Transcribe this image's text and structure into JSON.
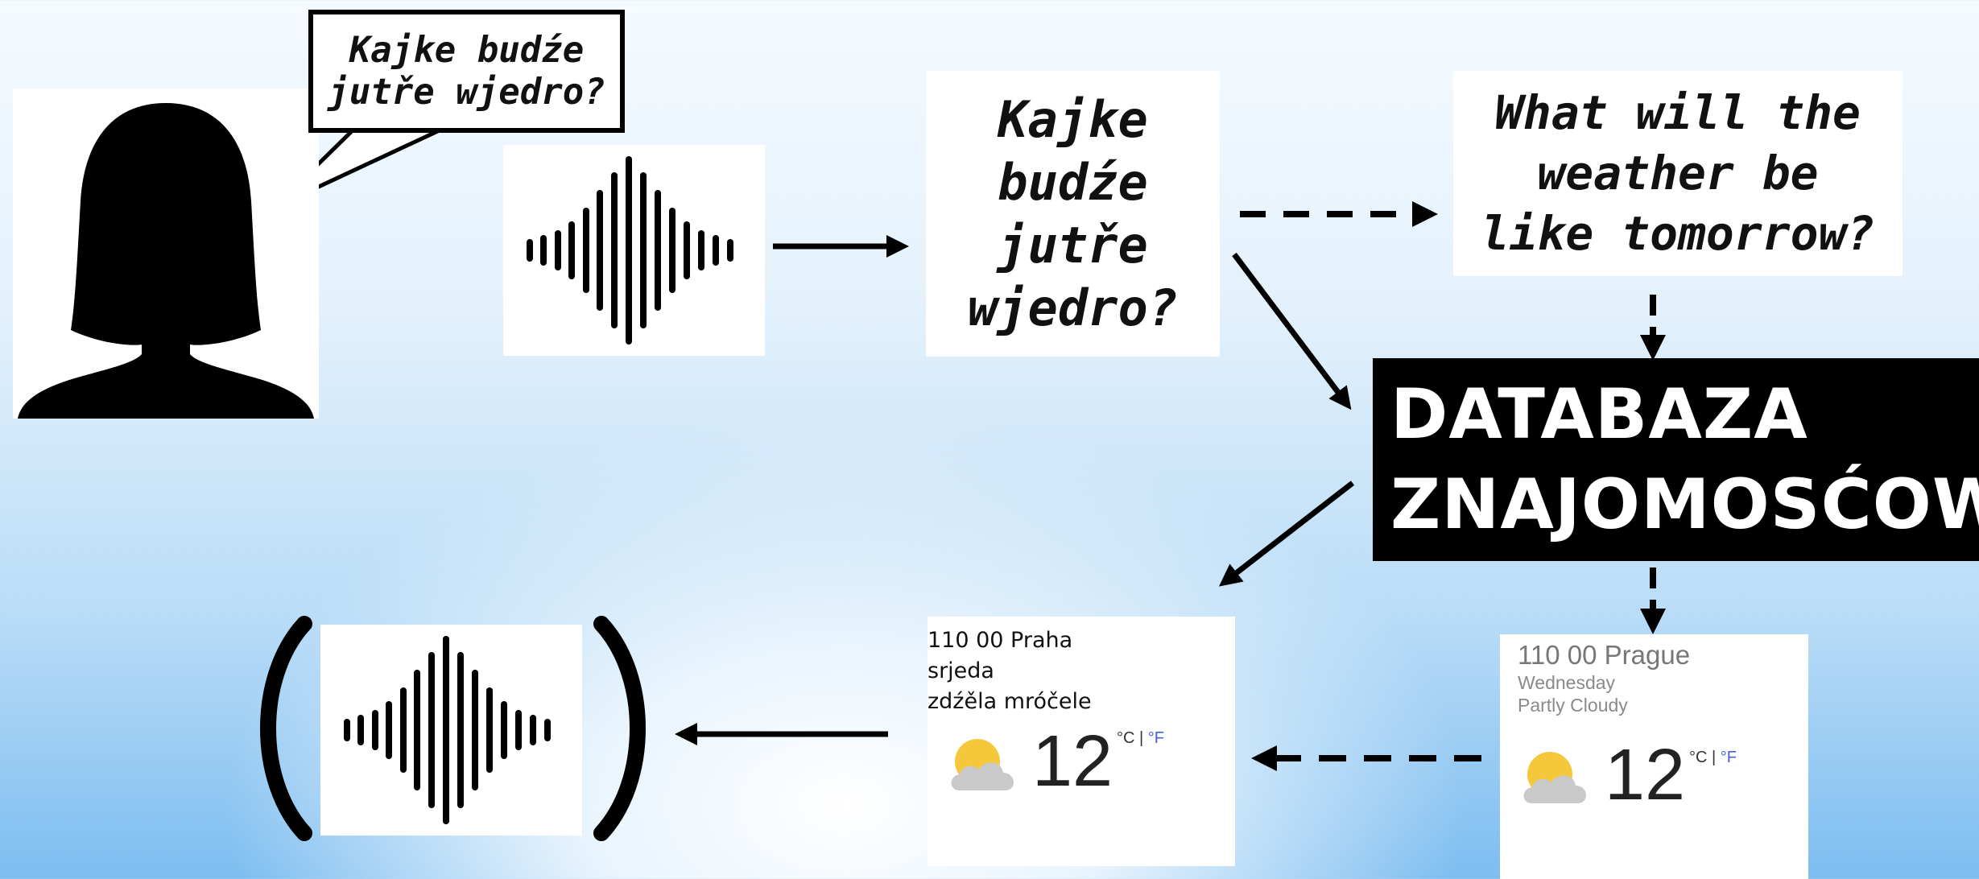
{
  "speech_bubble": {
    "line1": "Kajke budźe",
    "line2": "jutře wjedro?"
  },
  "transcript": {
    "lines": [
      "Kajke",
      "budźe",
      "jutře",
      "wjedro?"
    ]
  },
  "translation": {
    "lines": [
      "What will the",
      "weather be",
      "like tomorrow?"
    ]
  },
  "database": {
    "line1": "DATABAZA",
    "line2": "ZNAJOMOSĆOW"
  },
  "weather_card_en": {
    "location": "110 00 Prague",
    "day": "Wednesday",
    "condition": "Partly Cloudy",
    "temperature": "12",
    "unit_c": "°C",
    "unit_sep": "|",
    "unit_f": "°F"
  },
  "weather_card_hsb": {
    "location": "110 00 Praha",
    "day": "srjeda",
    "condition": "zdźěla mróčele",
    "temperature": "12",
    "unit_c": "°C",
    "unit_sep": "|",
    "unit_f": "°F"
  },
  "icons": [
    "person-silhouette-icon",
    "sound-wave-icon",
    "partly-cloudy-icon",
    "speaker-output-icon"
  ],
  "colors": {
    "background_top": "#f6fbff",
    "background_bottom": "#7dbdf0",
    "database_bg": "#000000",
    "fahrenheit_link": "#4a5fd8",
    "sun": "#f5c73a",
    "cloud": "#c9c9c9"
  }
}
